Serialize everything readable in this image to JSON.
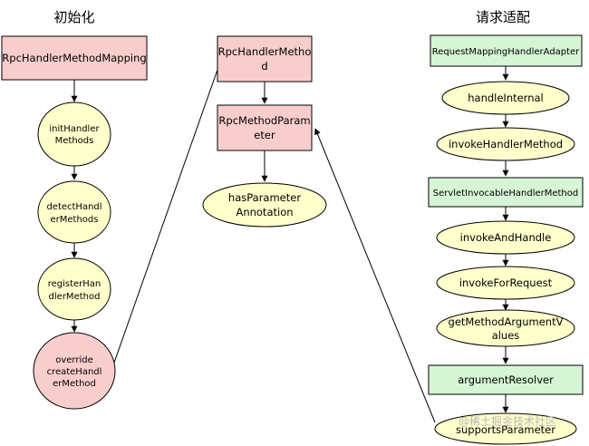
{
  "headings": {
    "init": "初始化",
    "request": "请求适配"
  },
  "nodes": {
    "rpc_handler_method_mapping": "RpcHandlerMethodMapping",
    "init_handler_methods": [
      "initHandler",
      "Methods"
    ],
    "detect_handler_methods": [
      "detectHandl",
      "erMethods"
    ],
    "register_handler_method": [
      "registerHan",
      "dlerMethod"
    ],
    "override_create_handler_method": [
      "override",
      "createHandl",
      "erMethod"
    ],
    "rpc_handler_method": [
      "RpcHandlerMetho",
      "d"
    ],
    "rpc_method_parameter": [
      "RpcMethodParam",
      "eter"
    ],
    "has_parameter_annotation": [
      "hasParameter",
      "Annotation"
    ],
    "request_mapping_handler_adapter": "RequestMappingHandlerAdapter",
    "handle_internal": "handleInternal",
    "invoke_handler_method": "invokeHandlerMethod",
    "servlet_invocable_handler_method": "ServletInvocableHandlerMethod",
    "invoke_and_handle": "invokeAndHandle",
    "invoke_for_request": "invokeForRequest",
    "get_method_argument_values": [
      "getMethodArgumentV",
      "alues"
    ],
    "argument_resolver": "argumentResolver",
    "supports_parameter": "supportsParameter"
  },
  "watermark": "@稀土掘金技术社区",
  "colors": {
    "pink": "#f8cecc",
    "yellow": "#ffffcc",
    "green": "#d5f5d5",
    "stroke": "#000000"
  }
}
